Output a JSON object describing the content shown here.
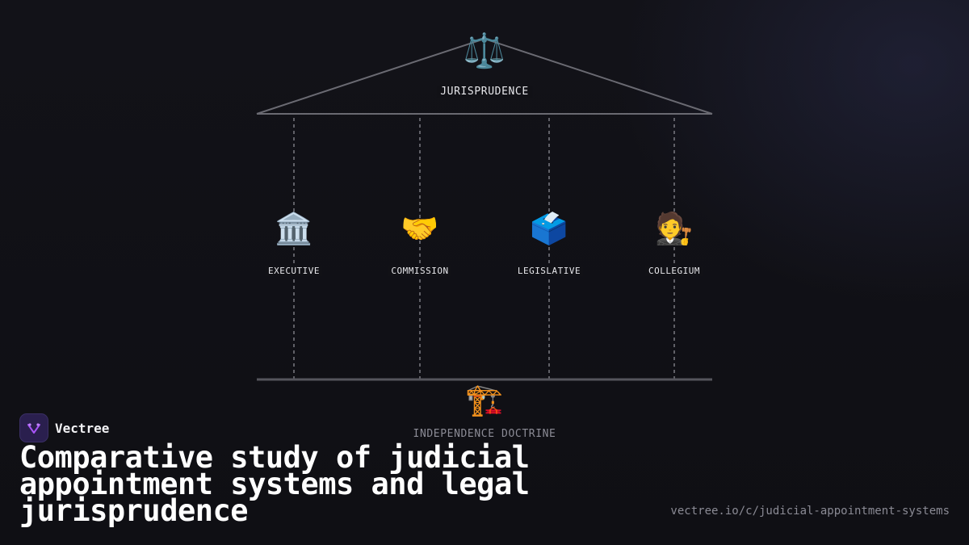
{
  "diagram": {
    "top": {
      "label": "JURISPRUDENCE",
      "icon": "scales-icon",
      "glyph": "⚖️"
    },
    "pillars": [
      {
        "label": "EXECUTIVE",
        "icon": "classical-building-icon",
        "glyph": "🏛️"
      },
      {
        "label": "COMMISSION",
        "icon": "handshake-icon",
        "glyph": "🤝"
      },
      {
        "label": "LEGISLATIVE",
        "icon": "ballot-box-icon",
        "glyph": "🗳️"
      },
      {
        "label": "COLLEGIUM",
        "icon": "judge-icon",
        "glyph": "🧑‍⚖️"
      }
    ],
    "base": {
      "label": "INDEPENDENCE DOCTRINE",
      "icon": "construction-icon",
      "glyph": "🏗️"
    }
  },
  "brand": {
    "name": "Vectree",
    "logo_color": "#2a1f4e",
    "accent": "#a855f7"
  },
  "title": "Comparative study of judicial appointment systems and legal jurisprudence",
  "url": "vectree.io/c/judicial-appointment-systems"
}
